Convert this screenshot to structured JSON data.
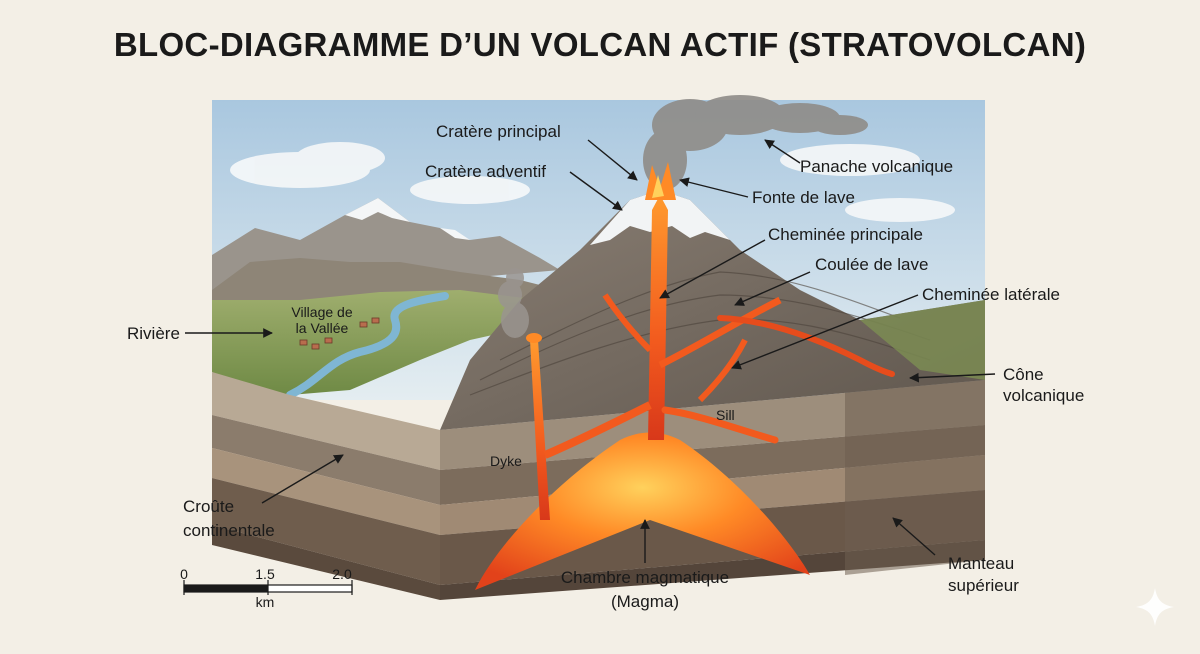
{
  "title": "BLOC-DIAGRAMME D’UN VOLCAN ACTIF (STRATOVOLCAN)",
  "labels": {
    "cratere_principal": "Cratère principal",
    "cratere_adventif": "Cratère adventif",
    "panache": "Panache volcanique",
    "fonte_lave": "Fonte de lave",
    "cheminee_principale": "Cheminée principale",
    "coulee_lave": "Coulée de lave",
    "cheminee_laterale": "Cheminée latérale",
    "riviere": "Rivière",
    "village_line1": "Village de",
    "village_line2": "la Vallée",
    "cone_line1": "Cône",
    "cone_line2": "volcanique",
    "sill": "Sill",
    "dyke": "Dyke",
    "croute_line1": "Croûte",
    "croute_line2": "continentale",
    "chambre_line1": "Chambre magmatique",
    "chambre_line2": "(Magma)",
    "manteau_line1": "Manteau",
    "manteau_line2": "supérieur"
  },
  "scale_bar": {
    "ticks": [
      "0",
      "1.5",
      "2.0"
    ],
    "unit": "km"
  },
  "colors": {
    "magma": "#f25a1e",
    "magma_glow": "#ffb84a",
    "sky": "#c8dceb",
    "background": "#f3efe6"
  }
}
